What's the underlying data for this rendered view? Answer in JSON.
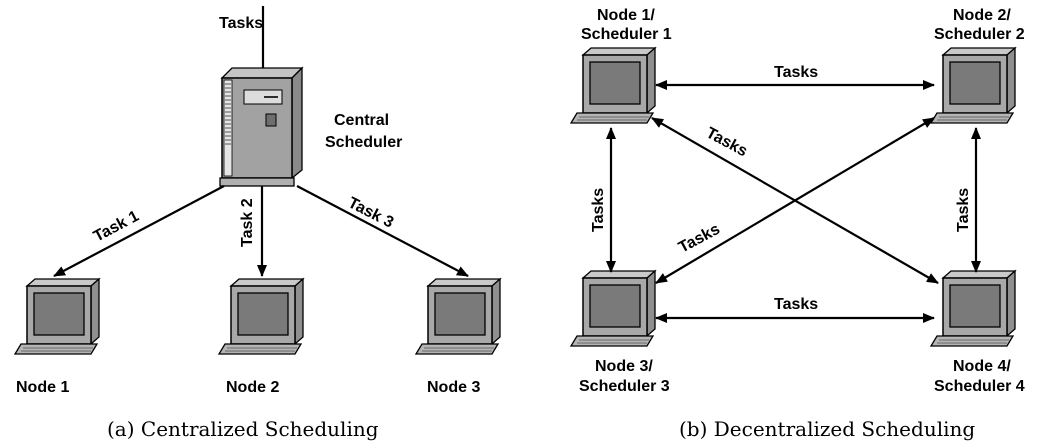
{
  "centralized": {
    "input_label": "Tasks",
    "scheduler_label_line1": "Central",
    "scheduler_label_line2": "Scheduler",
    "edges": [
      "Task 1",
      "Task 2",
      "Task 3"
    ],
    "nodes": [
      "Node 1",
      "Node 2",
      "Node 3"
    ],
    "caption": "(a) Centralized Scheduling"
  },
  "decentralized": {
    "nodes": [
      {
        "line1": "Node 1/",
        "line2": "Scheduler 1"
      },
      {
        "line1": "Node 2/",
        "line2": "Scheduler 2"
      },
      {
        "line1": "Node 3/",
        "line2": "Scheduler 3"
      },
      {
        "line1": "Node 4/",
        "line2": "Scheduler 4"
      }
    ],
    "edge_label": "Tasks",
    "caption": "(b) Decentralized Scheduling"
  },
  "icons": [
    "computer-icon",
    "server-icon",
    "arrow-icon"
  ]
}
